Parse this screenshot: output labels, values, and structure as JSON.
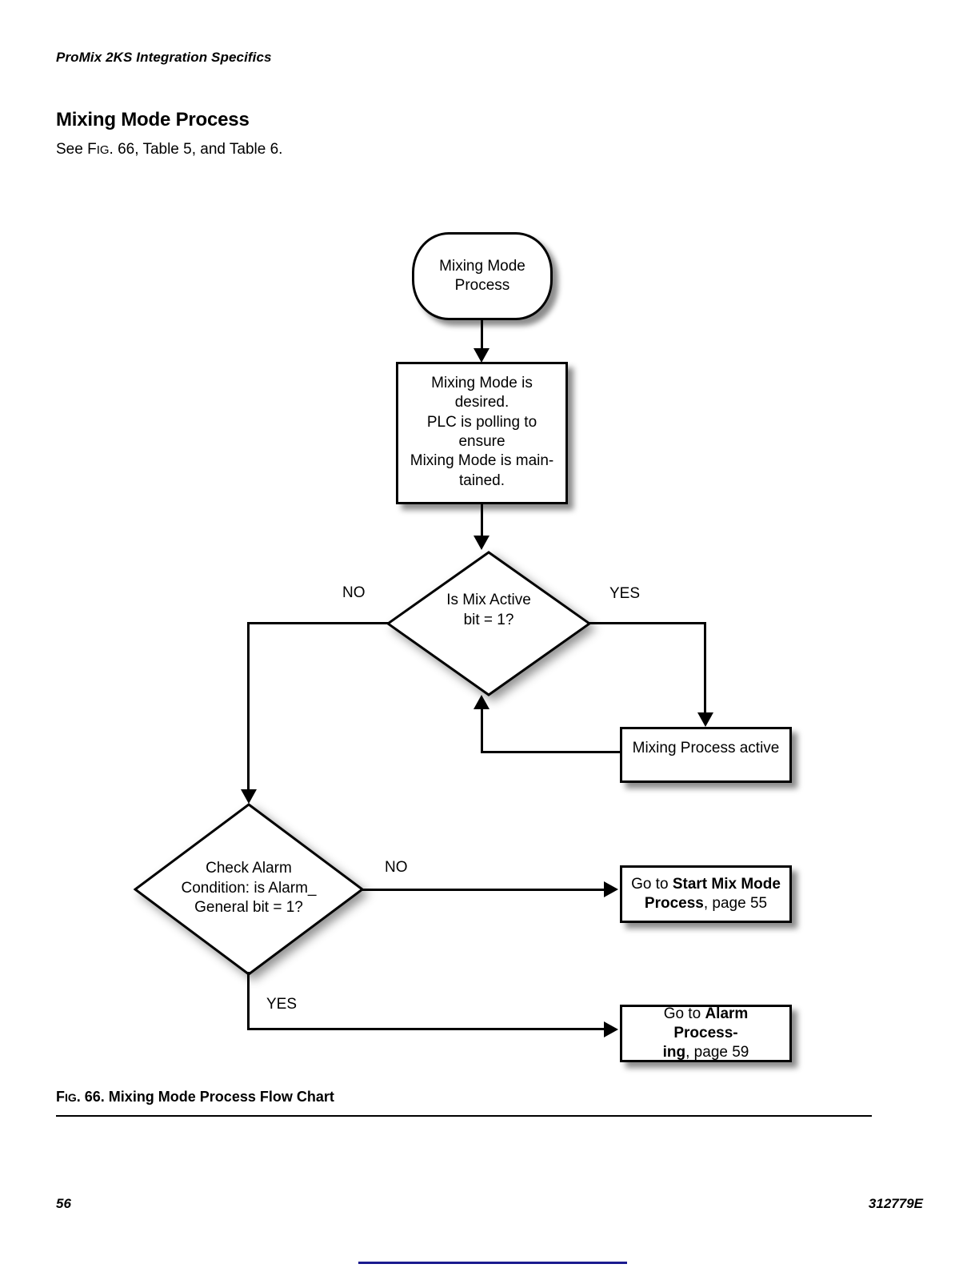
{
  "page": {
    "running_head": "ProMix 2KS Integration Specifics",
    "section_title": "Mixing Mode Process",
    "see_line": {
      "prefix": "See F",
      "smallcaps": "IG",
      "suffix": ". 66, Table 5, and Table 6."
    },
    "figure_caption": {
      "prefix": "F",
      "smallcaps": "IG",
      "suffix": ". 66. Mixing Mode Process Flow Chart"
    },
    "folio_left": "56",
    "folio_right": "312779E",
    "accent_color": "#1b1b8f",
    "line_color": "#000000",
    "node_fill": "#ffffff"
  },
  "chart_data": {
    "type": "diagram",
    "title": "Mixing Mode Process Flow Chart",
    "nodes": [
      {
        "id": "start",
        "shape": "terminator",
        "text": "Mixing Mode\nProcess",
        "line1": "Mixing Mode",
        "line2": "Process"
      },
      {
        "id": "desired",
        "shape": "process",
        "line1": "Mixing Mode is desired.",
        "line2": "PLC is polling to ensure",
        "line3": "Mixing Mode is main-",
        "line4": "tained."
      },
      {
        "id": "mix-active",
        "shape": "decision",
        "line1": "Is Mix Active",
        "line2": "bit = 1?"
      },
      {
        "id": "mixing-active",
        "shape": "process",
        "line1": "Mixing Process active"
      },
      {
        "id": "check-alarm",
        "shape": "decision",
        "line1": "Check Alarm",
        "line2": "Condition: is Alarm_",
        "line3": "General bit = 1?"
      },
      {
        "id": "goto-start-mix",
        "shape": "process",
        "plain1": "Go to ",
        "bold1": "Start Mix Mode",
        "bold2": "Process",
        "plain2": ", page 55"
      },
      {
        "id": "goto-alarm",
        "shape": "process",
        "plain1": "Go to ",
        "bold1": "Alarm Process-",
        "bold2": "ing",
        "plain2": ", page 59"
      }
    ],
    "edges": [
      {
        "from": "start",
        "to": "desired",
        "label": ""
      },
      {
        "from": "desired",
        "to": "mix-active",
        "label": ""
      },
      {
        "from": "mix-active",
        "to": "check-alarm",
        "label": "NO"
      },
      {
        "from": "mix-active",
        "to": "mixing-active",
        "label": "YES"
      },
      {
        "from": "mixing-active",
        "to": "mix-active",
        "label": ""
      },
      {
        "from": "check-alarm",
        "to": "goto-start-mix",
        "label": "NO"
      },
      {
        "from": "check-alarm",
        "to": "goto-alarm",
        "label": "YES"
      }
    ],
    "edge_labels": {
      "mix_no": "NO",
      "mix_yes": "YES",
      "alarm_no": "NO",
      "alarm_yes": "YES"
    }
  }
}
